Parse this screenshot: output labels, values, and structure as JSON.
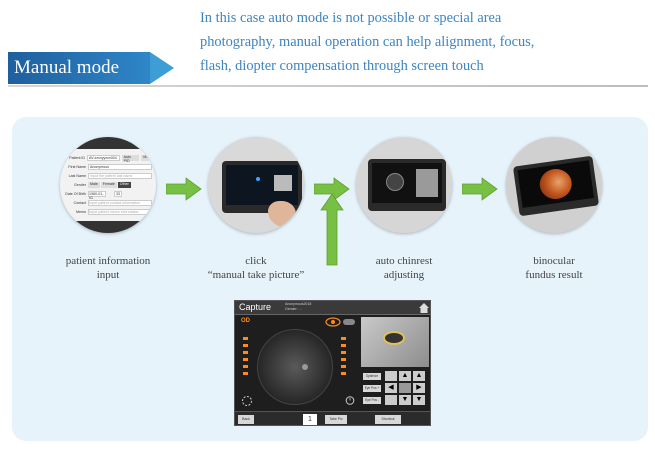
{
  "header": {
    "label": "Manual mode",
    "intro_lines": [
      "In this case auto mode is not possible or special area",
      "photography, manual operation can help alignment, focus,",
      "flash, diopter compensation through screen touch"
    ]
  },
  "steps": [
    {
      "line1": "patient information",
      "line2": "input"
    },
    {
      "line1": "click",
      "line2": "“manual take picture”"
    },
    {
      "line1": "auto chinrest",
      "line2": "adjusting"
    },
    {
      "line1": "binocular",
      "line2": "fundus result"
    }
  ],
  "form": {
    "fields": [
      {
        "label": "Patient ID",
        "value": "AV-xxxxyyxxx004"
      },
      {
        "label": "First Name",
        "value": "Anonymous"
      },
      {
        "label": "Last Name",
        "value": "Input the patient last name"
      },
      {
        "label": "Gender",
        "value": ""
      },
      {
        "label": "Date Of Birth",
        "value": "1980-01-01"
      },
      {
        "label": "Contact",
        "value": "Input patient contact information"
      },
      {
        "label": "Memo",
        "value": "Input patient memo information"
      }
    ],
    "gender_options": [
      "Male",
      "Female",
      "Other"
    ],
    "age": "33",
    "buttons": [
      "Auto PID",
      "Modify"
    ]
  },
  "capture_screen": {
    "title": "Capture",
    "patient_line1": "Anonymous2018",
    "patient_line2": "Gender: ...",
    "od_label": "OD",
    "right_buttons": [
      "Optimize",
      "Eye Pos +",
      "Eye Pos -"
    ],
    "bottom_left": "Back",
    "counter": "1",
    "bottom_mid": "Take Pic",
    "bottom_right": "Shortcut"
  },
  "colors": {
    "accent_blue": "#3d84c2",
    "arrow_green": "#78c043",
    "panel_bg": "#e6f3fa",
    "orange": "#ff8a1e"
  }
}
